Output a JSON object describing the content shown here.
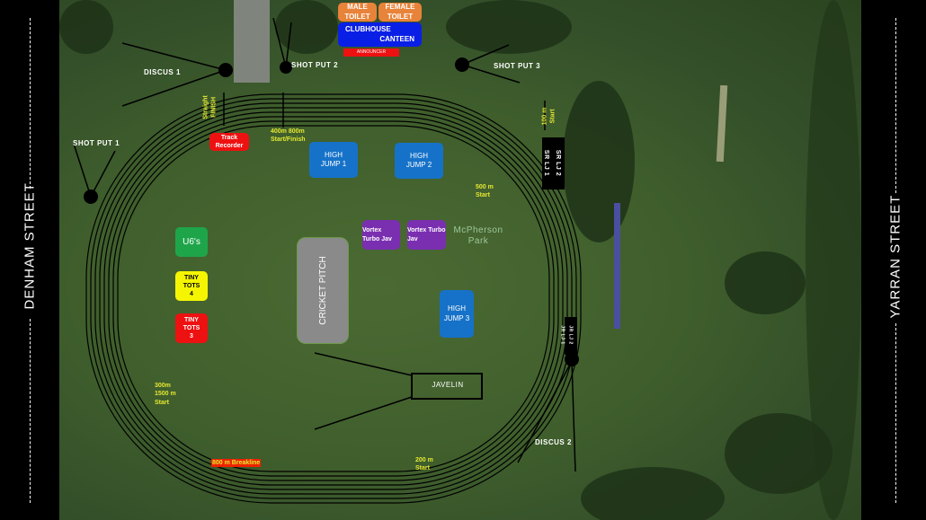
{
  "streets": {
    "left": "DENHAM STREET",
    "right": "YARRAN STREET"
  },
  "facilities": {
    "male_toilet": "MALE TOILET",
    "female_toilet": "FEMALE TOILET",
    "clubhouse": "CLUBHOUSE",
    "canteen": "CANTEEN",
    "announcer": "ANNOUNCER",
    "track_recorder": "Track Recorder"
  },
  "throws": {
    "discus1": "DISCUS 1",
    "discus2": "DISCUS 2",
    "shotput1": "SHOT PUT 1",
    "shotput2": "SHOT PUT 2",
    "shotput3": "SHOT PUT 3",
    "javelin": "JAVELIN",
    "vortex1": "Vortex Turbo Jav",
    "vortex2": "Vortex Turbo Jav"
  },
  "jumps": {
    "hj1": "HIGH JUMP 1",
    "hj2": "HIGH JUMP 2",
    "hj3": "HIGH JUMP 3",
    "srlj1": "SR LJ 1",
    "srlj2": "SR LJ 2",
    "jrlj1": "JR LJ 1",
    "jrlj2": "JR LJ 2"
  },
  "areas": {
    "u6": "U6's",
    "tt4": "TINY TOTS 4",
    "tt3": "TINY TOTS 3",
    "cricket": "CRICKET PITCH",
    "park": "McPherson Park"
  },
  "track_marks": {
    "finish": "Straight FINISH",
    "m400": "400m 800m Start/Finish",
    "m100": "100 m Start",
    "m500": "500 m Start",
    "m300": "300m 1500 m Start",
    "m200": "200 m Start",
    "breakline": "800 m Breakline"
  },
  "colors": {
    "toilet": "#e8833a",
    "clubhouse": "#0a1fe6",
    "red": "#ee1111",
    "highjump": "#1672c8",
    "vortex": "#7a2fb0",
    "u6": "#1ea54a",
    "tinytots4": "#f5f500",
    "cricket": "#8a8a8a"
  }
}
